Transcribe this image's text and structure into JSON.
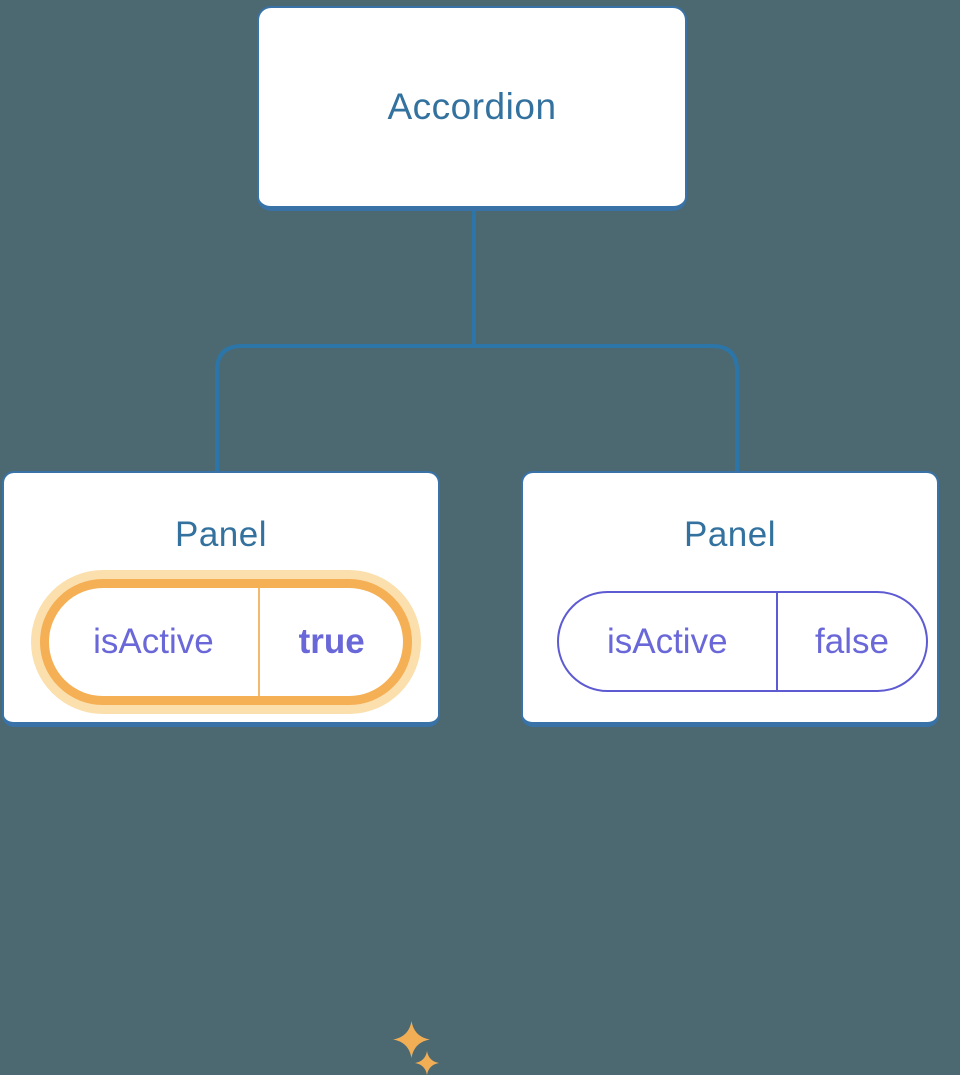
{
  "diagram": {
    "type": "component-tree",
    "root": {
      "label": "Accordion"
    },
    "panels": [
      {
        "label": "Panel",
        "state": {
          "key": "isActive",
          "value": "true"
        },
        "active": true,
        "highlight": "orange-glow-with-sparkles"
      },
      {
        "label": "Panel",
        "state": {
          "key": "isActive",
          "value": "false"
        },
        "active": false,
        "highlight": "none"
      }
    ]
  },
  "icons": {
    "active_highlight": "sparkle-icon",
    "sparkle_count": 2
  },
  "palette": {
    "bg": "#4C6972",
    "line": "#2C75A8",
    "card_border": "#3872A6",
    "card_text": "#33719E",
    "purple": "#6A68D9",
    "purple_bold": "#5B58D3",
    "purple_border": "#5E5BD2",
    "orange": "#F5AF55",
    "orange_halo": "#FBDFAD",
    "orange_divider": "#F3B96F",
    "sparkle": "#F2AE55"
  }
}
